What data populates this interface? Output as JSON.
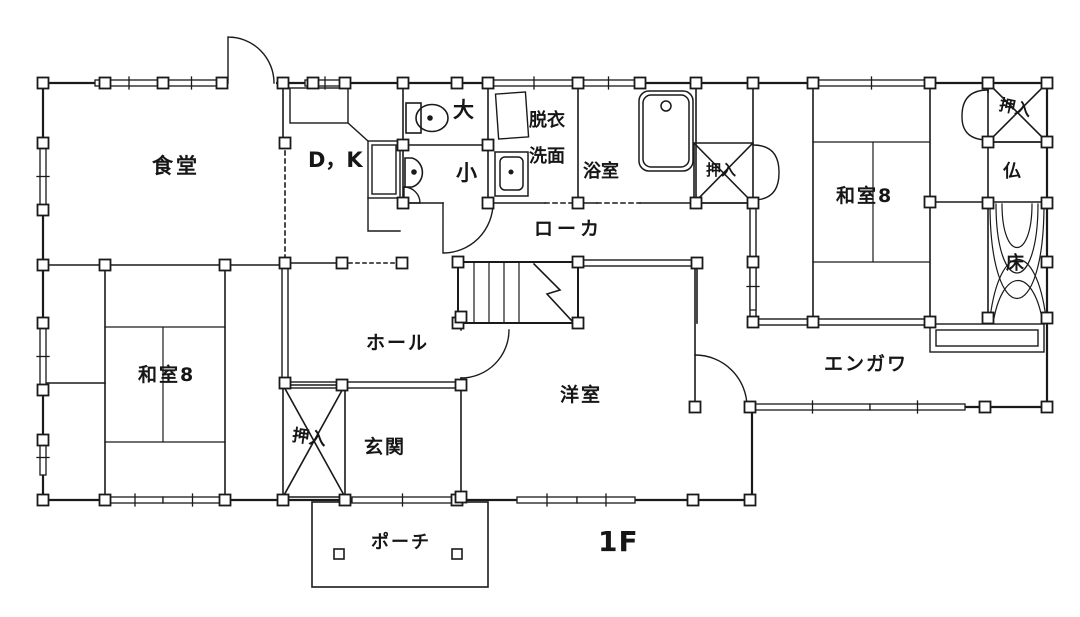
{
  "floor": {
    "label": "1F"
  },
  "rooms": {
    "dining": {
      "label": "食堂"
    },
    "dk": {
      "label": "D，K"
    },
    "wc_large": {
      "label": "大"
    },
    "wc_small": {
      "label": "小"
    },
    "dressing": {
      "label": "脱衣"
    },
    "washstand": {
      "label": "洗面"
    },
    "bath": {
      "label": "浴室"
    },
    "corridor": {
      "label": "ローカ"
    },
    "closet_mid": {
      "label": "押入"
    },
    "washitsu_right": {
      "label": "和室8"
    },
    "closet_top_right": {
      "label": "押入"
    },
    "butsuma": {
      "label": "仏"
    },
    "tokonoma": {
      "label": "床"
    },
    "engawa": {
      "label": "エンガワ"
    },
    "washitsu_left": {
      "label": "和室8"
    },
    "hall": {
      "label": "ホール"
    },
    "closet_bottom": {
      "label": "押入"
    },
    "entrance": {
      "label": "玄関"
    },
    "western_room": {
      "label": "洋室"
    },
    "porch": {
      "label": "ポーチ"
    }
  },
  "icons": {
    "toilet": "toilet-icon",
    "urinal": "urinal-icon",
    "hand_basin": "hand-basin-icon",
    "washbasin": "washbasin-icon",
    "washing_machine_pan": "washing-machine-icon",
    "bathtub": "bathtub-icon",
    "kitchen_counter": "kitchen-counter-icon",
    "stairs": "stairs-icon",
    "door_swings": "door-swing-icon",
    "closet_cross": "closet-cross-icon",
    "tokonoma_grain": "wood-grain-icon"
  },
  "colors": {
    "ink": "#1a1a1a",
    "paper": "#ffffff"
  }
}
